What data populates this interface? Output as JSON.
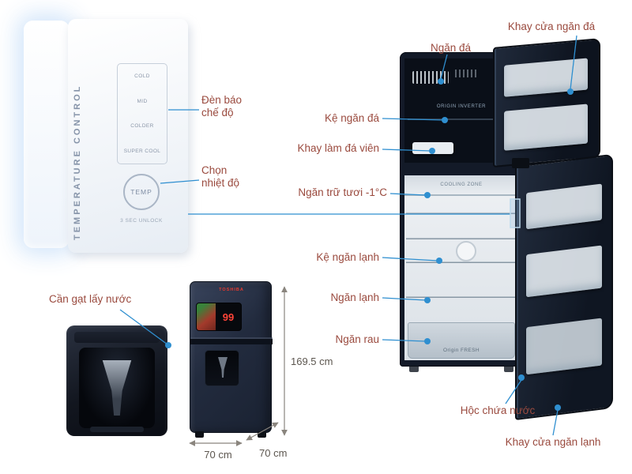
{
  "colors": {
    "background": "#ffffff",
    "callout_text": "#9a4a3e",
    "leader_line": "#2f8fd0",
    "leader_dot": "#2f8fd0",
    "dimension_text": "#5c564f",
    "fridge_body": "#1c2434",
    "brand_red": "#e8392e"
  },
  "control_panel": {
    "title": "TEMPERATURE CONTROL",
    "modes": [
      "COLD",
      "MID",
      "COLDER",
      "SUPER COOL"
    ],
    "temp_button": "TEMP",
    "unlock_hint": "3 SEC UNLOCK",
    "callouts": {
      "mode_indicator": "Đèn báo chế độ",
      "temp_select": "Chọn nhiệt độ"
    }
  },
  "dispenser": {
    "callout": "Cần gạt lấy nước"
  },
  "product": {
    "brand": "TOSHIBA",
    "screen_price": "99",
    "dimensions": {
      "height": "169.5 cm",
      "width": "70 cm",
      "depth": "70 cm"
    }
  },
  "fridge": {
    "interior_labels": {
      "inverter": "ORIGIN INVERTER",
      "cooling_zone": "COOLING ZONE",
      "crisper": "Origin FRESH"
    },
    "callouts": [
      {
        "id": "khay-cua-ngan-da",
        "label": "Khay cửa ngăn đá"
      },
      {
        "id": "ngan-da",
        "label": "Ngăn đá"
      },
      {
        "id": "ke-ngan-da",
        "label": "Kệ ngăn đá"
      },
      {
        "id": "khay-lam-da-vien",
        "label": "Khay làm đá viên"
      },
      {
        "id": "ngan-tru-tuoi",
        "label": "Ngăn trữ tươi -1°C"
      },
      {
        "id": "ke-ngan-lanh",
        "label": "Kệ ngăn lạnh"
      },
      {
        "id": "ngan-lanh",
        "label": "Ngăn lạnh"
      },
      {
        "id": "ngan-rau",
        "label": "Ngăn rau"
      },
      {
        "id": "hoc-chua-nuoc",
        "label": "Hộc chứa nước"
      },
      {
        "id": "khay-cua-ngan-lanh",
        "label": "Khay cửa ngăn lạnh"
      }
    ]
  }
}
